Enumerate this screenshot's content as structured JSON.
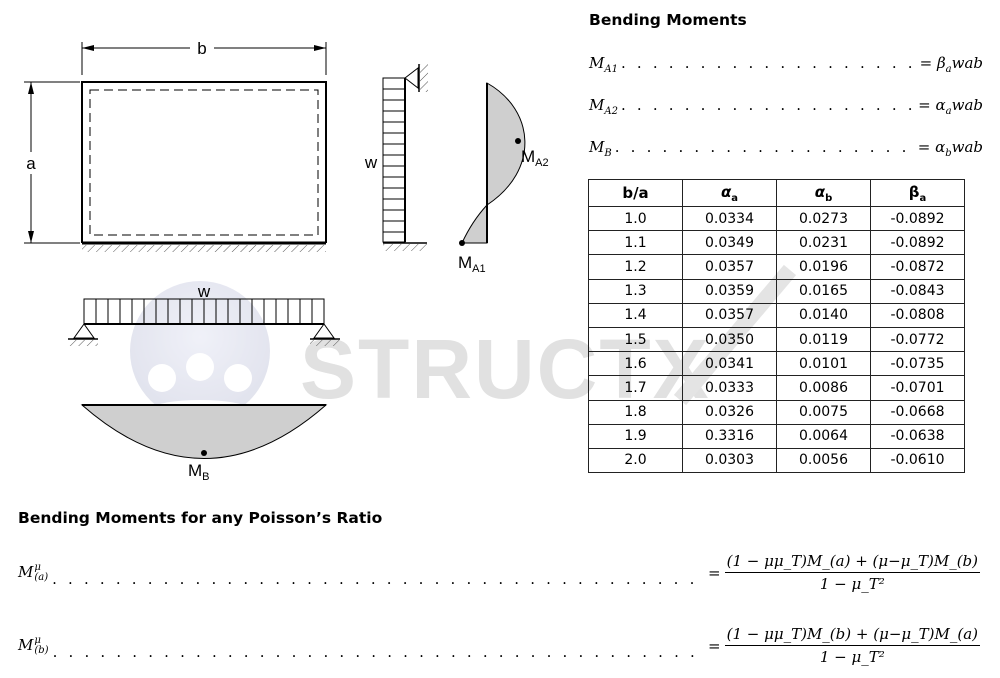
{
  "headings": {
    "bending_moments": "Bending Moments",
    "poisson": "Bending Moments for any Poisson’s Ratio"
  },
  "diagram": {
    "dim_b": "b",
    "dim_a": "a",
    "load_vertical": "w",
    "load_horizontal": "w",
    "label_ma2_main": "M",
    "label_ma2_sub": "A2",
    "label_ma1_main": "M",
    "label_ma1_sub": "A1",
    "label_mb_main": "M",
    "label_mb_sub": "B",
    "watermark": "STRUCTX"
  },
  "equations": [
    {
      "lhs_main": "M",
      "lhs_sub": "A1",
      "rhs_main": "= β",
      "rhs_sub": "a",
      "rhs_tail": "wab"
    },
    {
      "lhs_main": "M",
      "lhs_sub": "A2",
      "rhs_main": "= α",
      "rhs_sub": "a",
      "rhs_tail": "wab"
    },
    {
      "lhs_main": "M",
      "lhs_sub": "B",
      "rhs_main": "= α",
      "rhs_sub": "b",
      "rhs_tail": "wab"
    }
  ],
  "table": {
    "headers": [
      {
        "main": "b/a",
        "sub": ""
      },
      {
        "main": "α",
        "sub": "a"
      },
      {
        "main": "α",
        "sub": "b"
      },
      {
        "main": "β",
        "sub": "a"
      }
    ],
    "rows": [
      [
        "1.0",
        "0.0334",
        "0.0273",
        "-0.0892"
      ],
      [
        "1.1",
        "0.0349",
        "0.0231",
        "-0.0892"
      ],
      [
        "1.2",
        "0.0357",
        "0.0196",
        "-0.0872"
      ],
      [
        "1.3",
        "0.0359",
        "0.0165",
        "-0.0843"
      ],
      [
        "1.4",
        "0.0357",
        "0.0140",
        "-0.0808"
      ],
      [
        "1.5",
        "0.0350",
        "0.0119",
        "-0.0772"
      ],
      [
        "1.6",
        "0.0341",
        "0.0101",
        "-0.0735"
      ],
      [
        "1.7",
        "0.0333",
        "0.0086",
        "-0.0701"
      ],
      [
        "1.8",
        "0.0326",
        "0.0075",
        "-0.0668"
      ],
      [
        "1.9",
        "0.3316",
        "0.0064",
        "-0.0638"
      ],
      [
        "2.0",
        "0.0303",
        "0.0056",
        "-0.0610"
      ]
    ]
  },
  "poisson_equations": [
    {
      "lhs_main": "M",
      "lhs_sup": "μ",
      "lhs_sub": "(a)",
      "numerator": "(1 − μμ_T)M_(a) + (μ−μ_T)M_(b)",
      "denominator": "1 − μ_T²"
    },
    {
      "lhs_main": "M",
      "lhs_sup": "μ",
      "lhs_sub": "(b)",
      "numerator": "(1 − μμ_T)M_(b) + (μ−μ_T)M_(a)",
      "denominator": "1 − μ_T²"
    }
  ],
  "dots_fill": ". . . . . . . . . . . . . . . . . . . . . . . . . . . . . . . . . . . . . . . . . . . . . . . . . . . . . . . . . . . . . . . . . . . . . . . . . . . . . . ."
}
